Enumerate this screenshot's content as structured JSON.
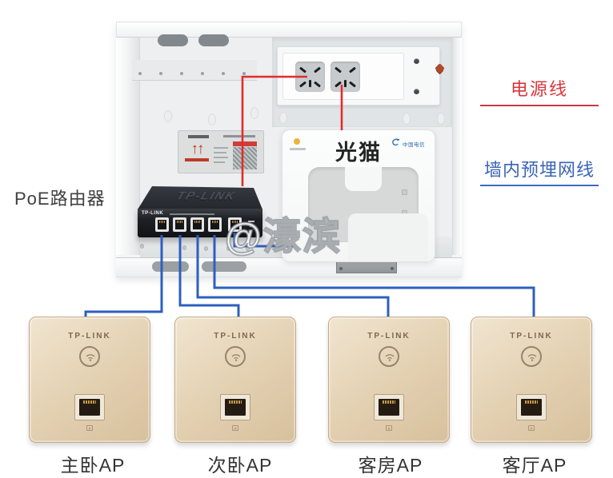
{
  "labels": {
    "router": "PoE路由器",
    "watermark": "@濠滨"
  },
  "legend": {
    "power": {
      "label": "电源线",
      "color": "#d8373d"
    },
    "network": {
      "label": "墙内预埋网线",
      "color": "#3a64b5"
    }
  },
  "enclosure": {
    "switch": {
      "brand_top": "TP-LINK",
      "brand_front": "TP-LINK",
      "port_count": 5
    },
    "modem": {
      "name": "光猫",
      "carrier": "中国电信"
    }
  },
  "aps": [
    {
      "brand": "TP-LINK",
      "label": "主卧AP"
    },
    {
      "brand": "TP-LINK",
      "label": "次卧AP"
    },
    {
      "brand": "TP-LINK",
      "label": "客房AP"
    },
    {
      "brand": "TP-LINK",
      "label": "客厅AP"
    }
  ],
  "icons": {
    "wifi": "wifi-indicator-icon",
    "ethernet": "ethernet-port-icon",
    "up_arrows": "↑↑",
    "carrier_logo": "china-telecom-icon"
  },
  "colors": {
    "power_wire": "#e22d2d",
    "network_wire": "#2e5fc0",
    "ap_panel": "#e3d1b3",
    "switch_body": "#1f2126",
    "box_wall": "#edeff0"
  }
}
